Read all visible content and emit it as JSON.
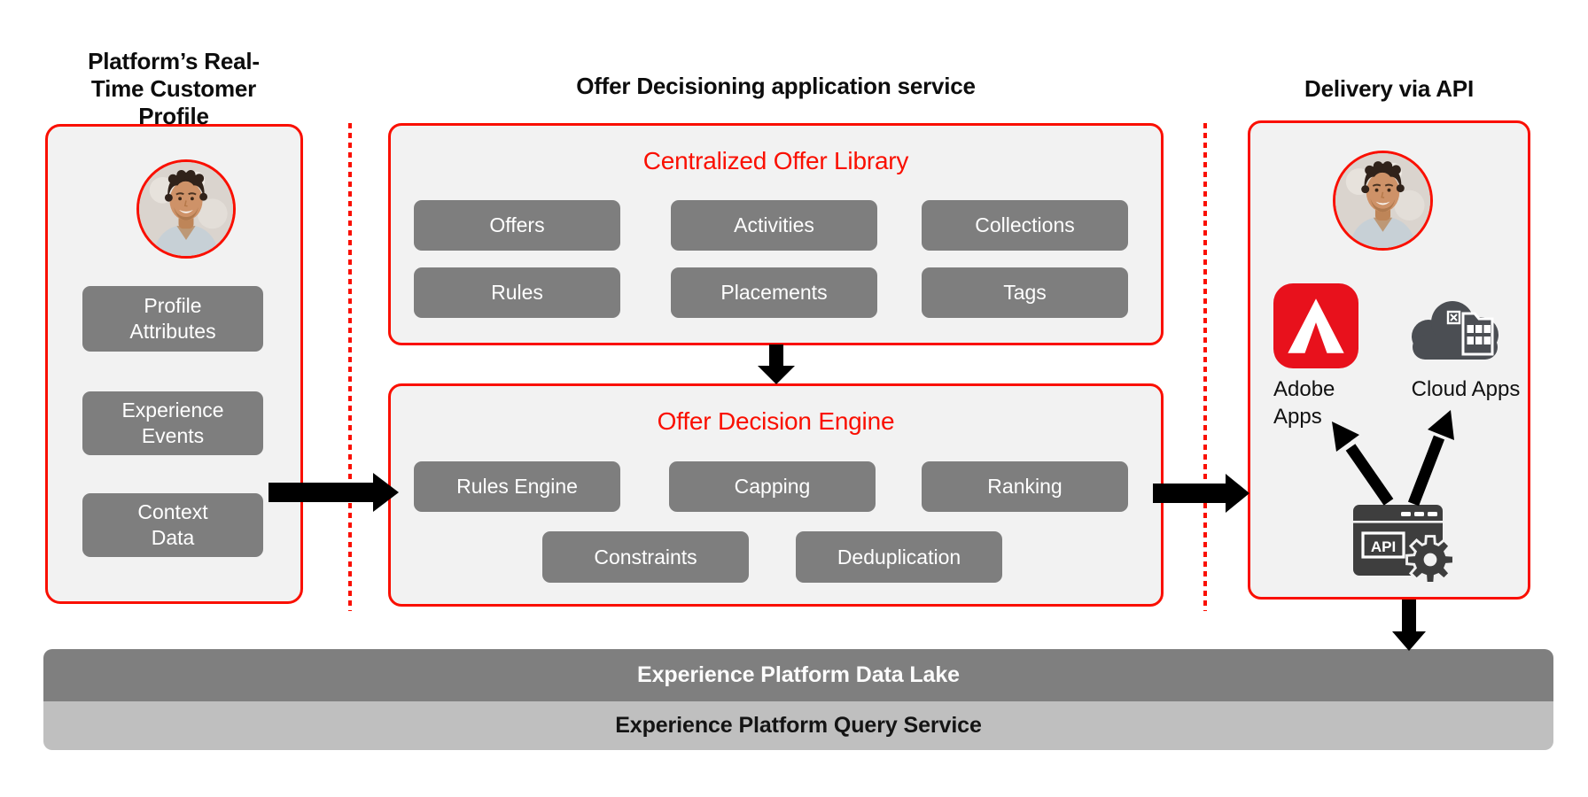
{
  "headings": {
    "left_line1": "Platform’s Real-",
    "left_line2": "Time Customer",
    "left_line3": "Profile",
    "middle": "Offer Decisioning application service",
    "right": "Delivery via API"
  },
  "profile_panel": {
    "items": [
      {
        "line1": "Profile",
        "line2": "Attributes"
      },
      {
        "line1": "Experience",
        "line2": "Events"
      },
      {
        "line1": "Context",
        "line2": "Data"
      }
    ]
  },
  "offer_library": {
    "title": "Centralized Offer Library",
    "row1": [
      "Offers",
      "Activities",
      "Collections"
    ],
    "row2": [
      "Rules",
      "Placements",
      "Tags"
    ]
  },
  "decision_engine": {
    "title": "Offer Decision Engine",
    "row1": [
      "Rules Engine",
      "Capping",
      "Ranking"
    ],
    "row2": [
      "Constraints",
      "Deduplication"
    ]
  },
  "delivery": {
    "adobe_line1": "Adobe",
    "adobe_line2": "Apps",
    "cloud_label": "Cloud Apps",
    "api_label": "API"
  },
  "bottom_bars": {
    "data_lake": "Experience Platform Data Lake",
    "query_service": "Experience Platform Query Service"
  },
  "icons": {
    "left_avatar": "man-avatar-icon",
    "right_avatar": "man-avatar-icon",
    "adobe": "adobe-logo-icon",
    "cloud": "cloud-apps-icon",
    "api": "api-window-gear-icon"
  },
  "colors": {
    "red_accent": "#FA0F00",
    "panel_bg": "#F2F2F2",
    "box_gray": "#7E7E7E",
    "bar_dark_gray": "#7F7F7F",
    "bar_light_gray": "#BFBFBF",
    "adobe_red": "#E8111C",
    "cloud_gray": "#4B4E53",
    "api_gray": "#3E3E3E",
    "arrow_black": "#000000"
  }
}
